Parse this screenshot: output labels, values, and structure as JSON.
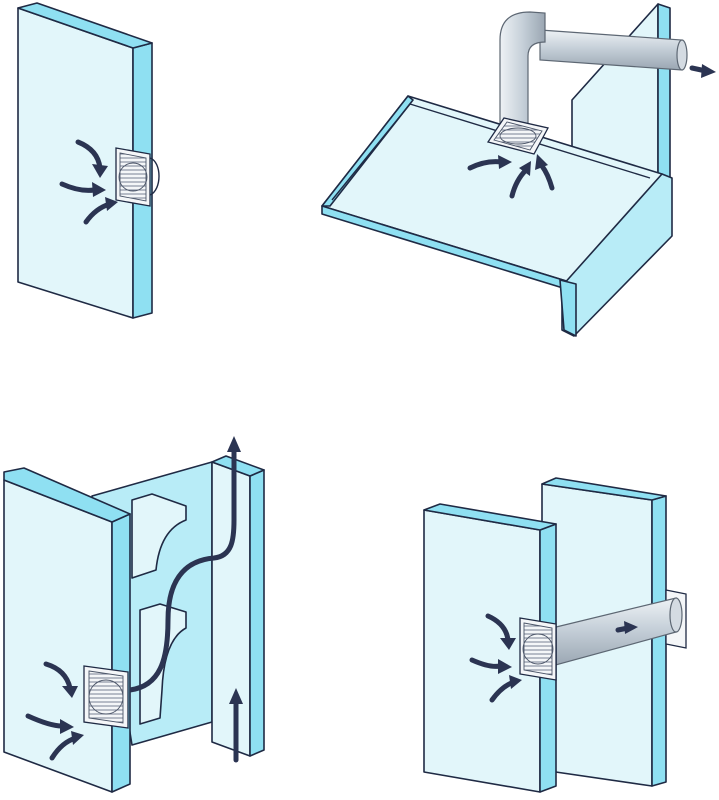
{
  "colors": {
    "panel_face": "#e2f6fa",
    "panel_edge": "#8fe0f2",
    "outline": "#1f2a44",
    "airflow_arrow": "#2b3452",
    "duct_metal": "#c9d3dc"
  },
  "scenes": [
    {
      "name": "wall-mounted-fan",
      "description_shown": ""
    },
    {
      "name": "ceiling-fan-with-duct",
      "description_shown": ""
    },
    {
      "name": "fan-with-vertical-shaft",
      "description_shown": ""
    },
    {
      "name": "fan-with-through-wall-duct",
      "description_shown": ""
    }
  ]
}
